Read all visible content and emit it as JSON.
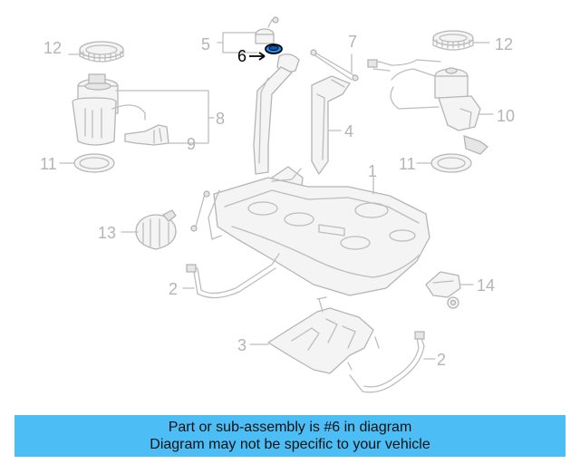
{
  "diagram": {
    "callouts": {
      "c1": "1",
      "c2a": "2",
      "c2b": "2",
      "c3": "3",
      "c4": "4",
      "c5": "5",
      "c6": "6",
      "c7": "7",
      "c8": "8",
      "c9": "9",
      "c10": "10",
      "c11a": "11",
      "c11b": "11",
      "c12a": "12",
      "c12b": "12",
      "c13": "13",
      "c14": "14"
    },
    "highlight_callout": "6",
    "highlight_color": "#1e90ff"
  },
  "banner": {
    "line1": "Part or sub-assembly is #6 in diagram",
    "line2": "Diagram may not be specific to your vehicle",
    "background": "#4dbef5"
  }
}
